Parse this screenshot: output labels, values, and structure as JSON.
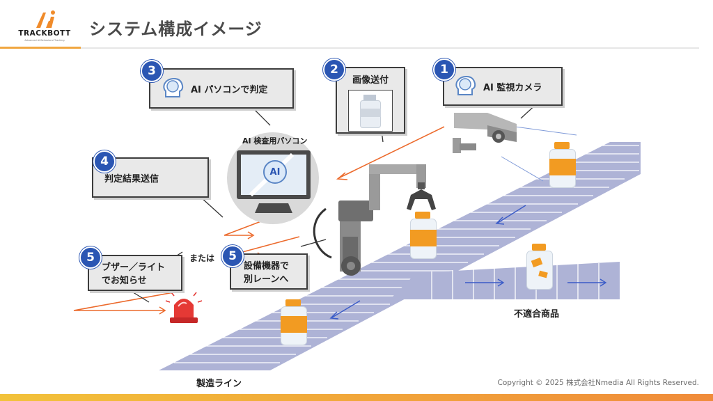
{
  "header": {
    "logo_text": "TRACKBOTT",
    "logo_sub": "Advanced AI Behavioral Tracking",
    "title": "システム構成イメージ"
  },
  "steps": [
    {
      "num": "1",
      "label": "AI 監視カメラ"
    },
    {
      "num": "2",
      "label": "画像送付"
    },
    {
      "num": "3",
      "label": "AI パソコンで判定"
    },
    {
      "num": "4",
      "label": "判定結果送信"
    },
    {
      "num": "5",
      "label_line1": "ブザー／ライト",
      "label_line2": "でお知らせ"
    },
    {
      "num": "5",
      "label_line1": "設備機器で",
      "label_line2": "別レーンへ"
    }
  ],
  "labels": {
    "pc": "AI 検査用パソコン",
    "or": "または",
    "reject": "不適合商品",
    "line": "製造ライン",
    "ai_badge": "AI"
  },
  "footer": {
    "copyright": "Copyright © 2025 株式会社Nmedia All Rights Reserved."
  },
  "colors": {
    "accent_blue": "#2b56b3",
    "accent_orange": "#ec6a2c",
    "conveyor": "#a8add0",
    "bottle_orange": "#f29b22"
  }
}
